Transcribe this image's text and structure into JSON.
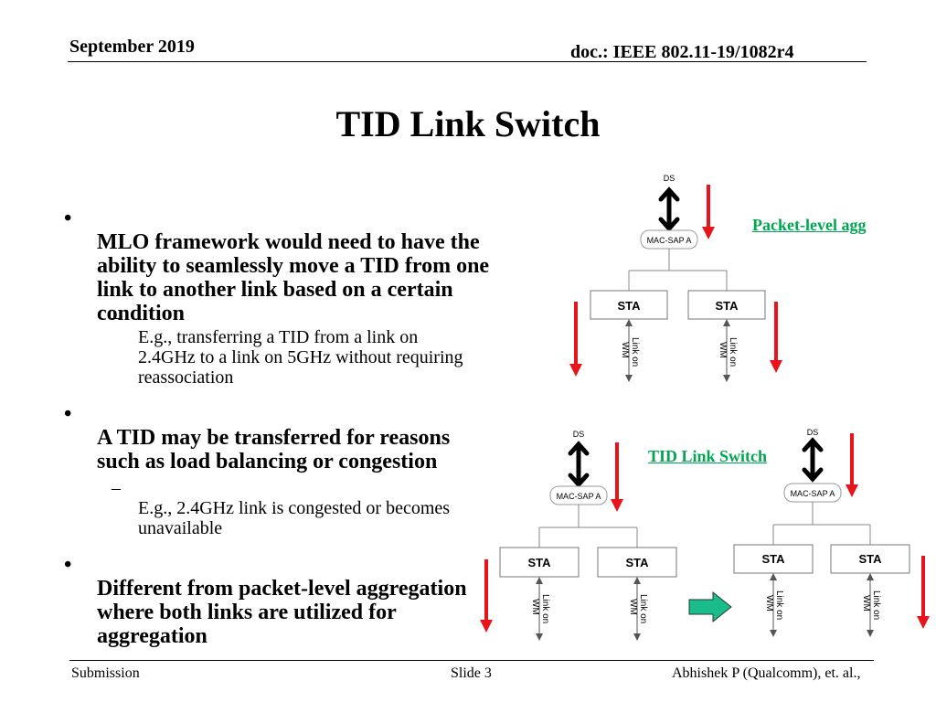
{
  "header": {
    "date": "September 2019",
    "doc": "doc.: IEEE 802.11-19/1082r4"
  },
  "title": "TID Link Switch",
  "bullets": [
    {
      "text": "MLO framework would need to have the  ability to seamlessly move a TID from one link to another link based on a certain condition",
      "sub": "E.g., transferring a TID from a link on 2.4GHz to a link on 5GHz without requiring reassociation"
    },
    {
      "text": "A TID may be transferred for reasons such as load balancing or congestion",
      "sub": "E.g., 2.4GHz link is congested or becomes unavailable"
    },
    {
      "text": "Different from packet-level aggregation where both links are utilized for aggregation"
    }
  ],
  "diagram": {
    "label_packet_agg": "Packet-level agg",
    "label_tid_switch": "TID Link Switch",
    "ds": "DS",
    "mac_sap": "MAC-SAP A",
    "sta": "STA",
    "link": "Link on WM",
    "link_line1": "Link on",
    "link_line2": "WM",
    "arrow_color": "#e8141c",
    "green_arrow_color": "#1abc8c"
  },
  "footer": {
    "left": "Submission",
    "center": "Slide 3",
    "right": "Abhishek P (Qualcomm), et. al.,"
  }
}
